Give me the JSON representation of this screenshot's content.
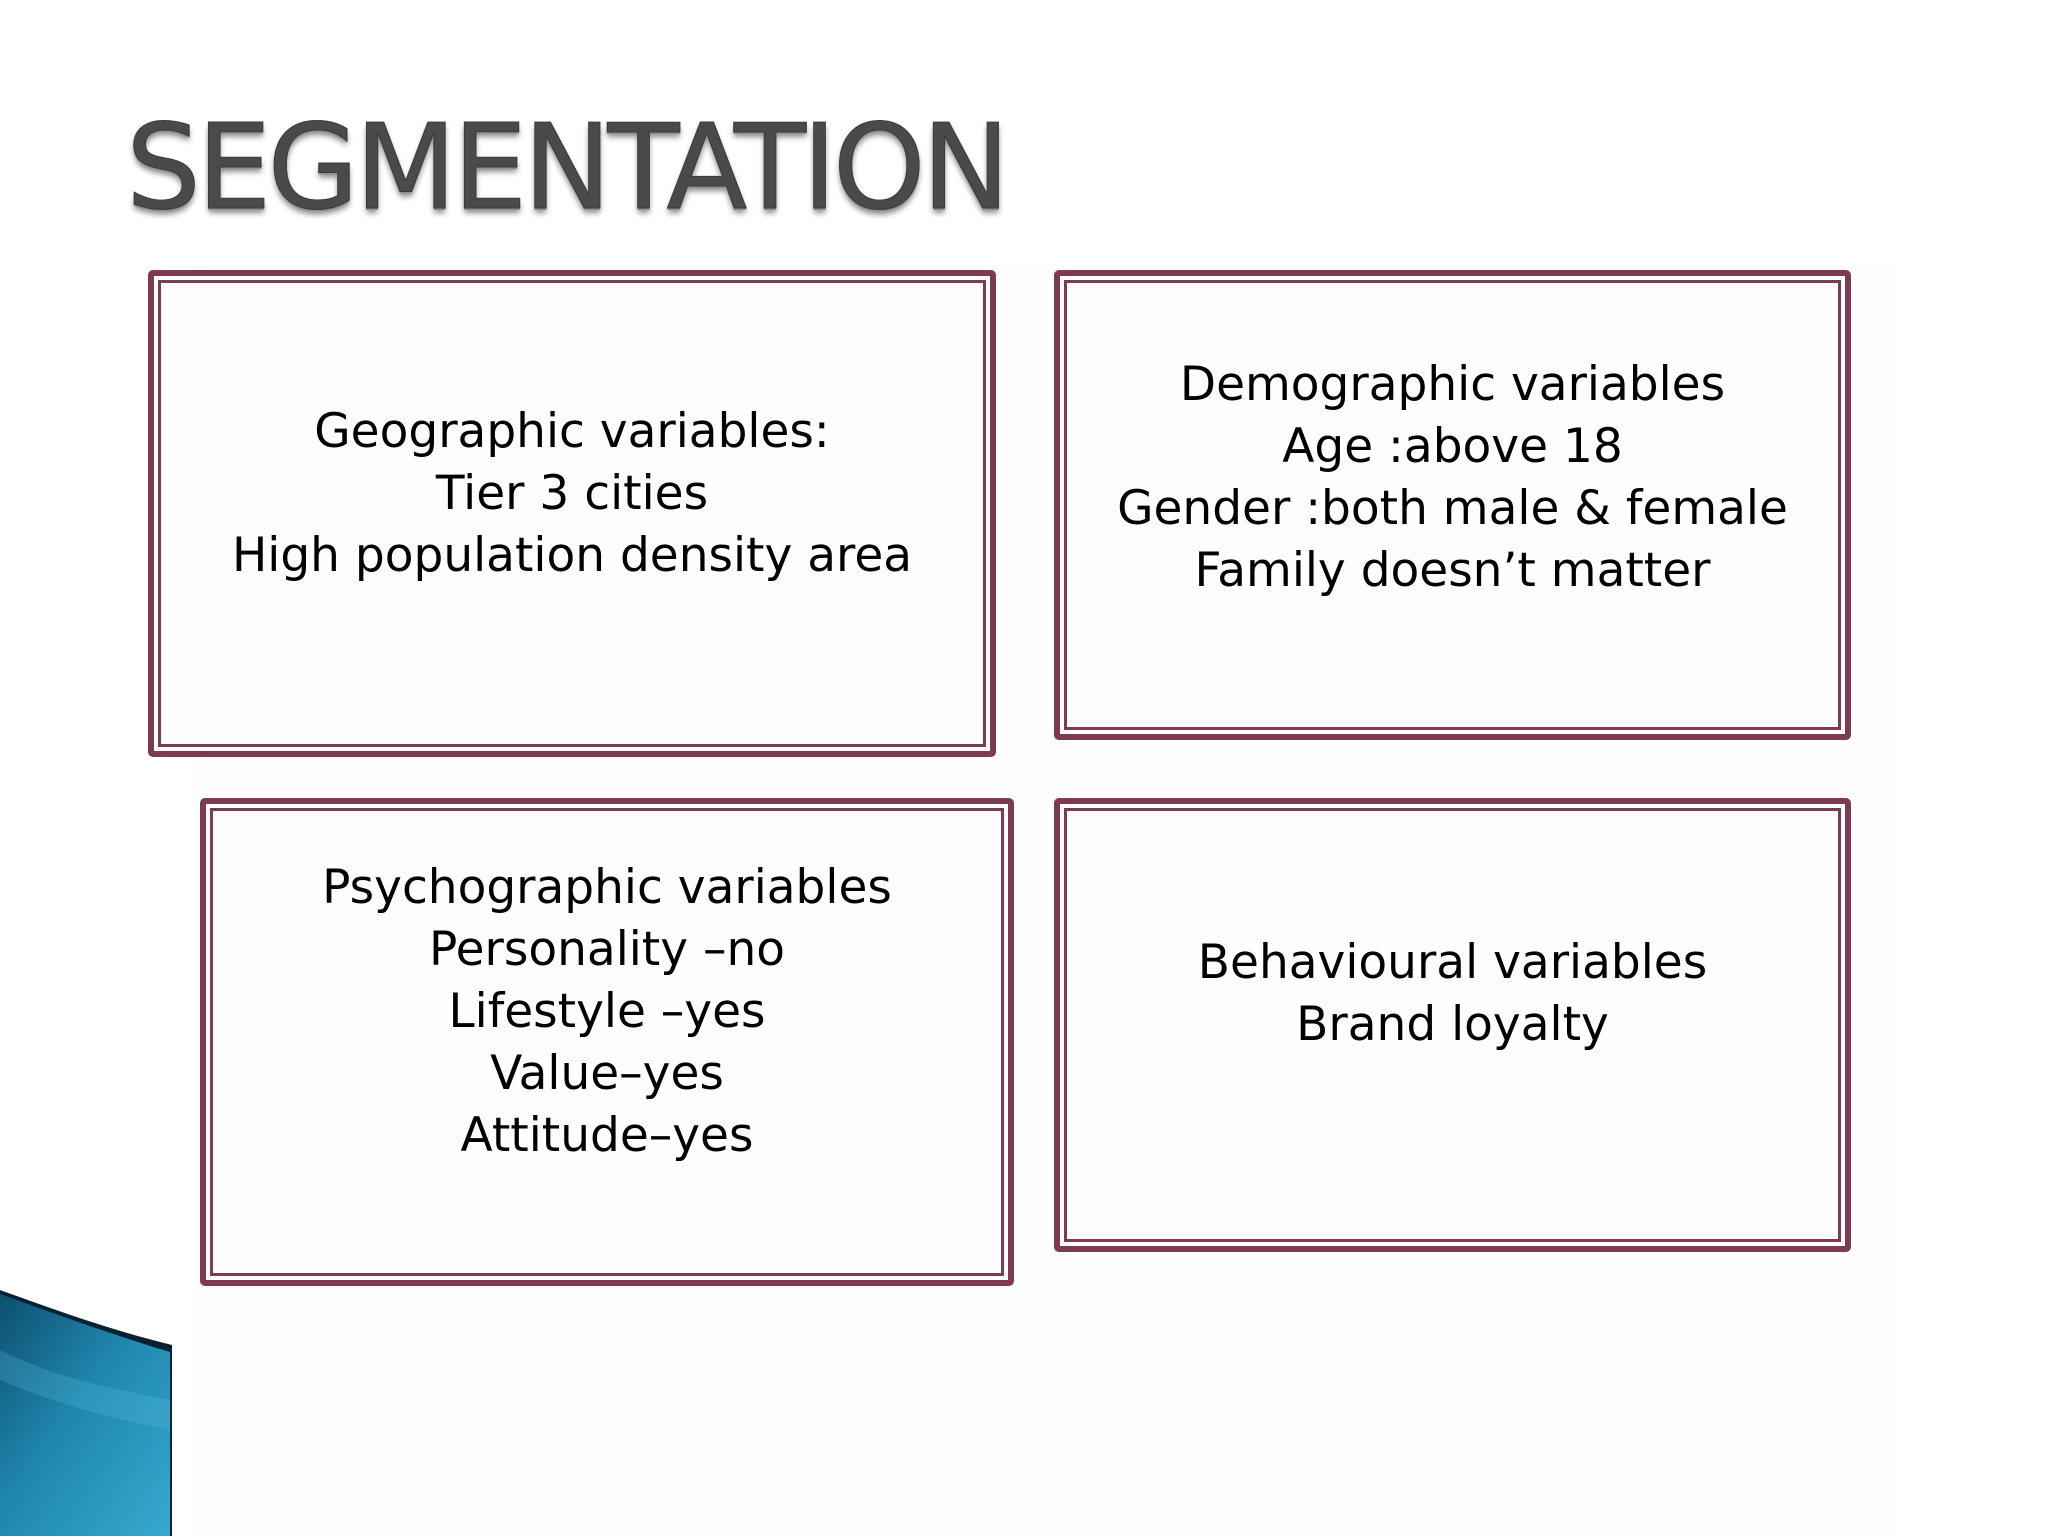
{
  "slide": {
    "title": "SEGMENTATION",
    "boxes": [
      {
        "lines": [
          "Geographic variables:",
          "Tier 3 cities",
          "High population density area"
        ]
      },
      {
        "lines": [
          "Demographic variables",
          "Age :above 18",
          "Gender :both male & female",
          "Family doesn’t matter"
        ]
      },
      {
        "lines": [
          "Psychographic variables",
          "Personality –no",
          "Lifestyle –yes",
          "Value–yes",
          "Attitude–yes"
        ]
      },
      {
        "lines": [
          "Behavioural variables",
          "Brand loyalty"
        ]
      }
    ]
  },
  "colors": {
    "box_border": "#7d3b52",
    "title_text": "#4a4a4a",
    "accent_swoosh": "#1f7fa6"
  }
}
